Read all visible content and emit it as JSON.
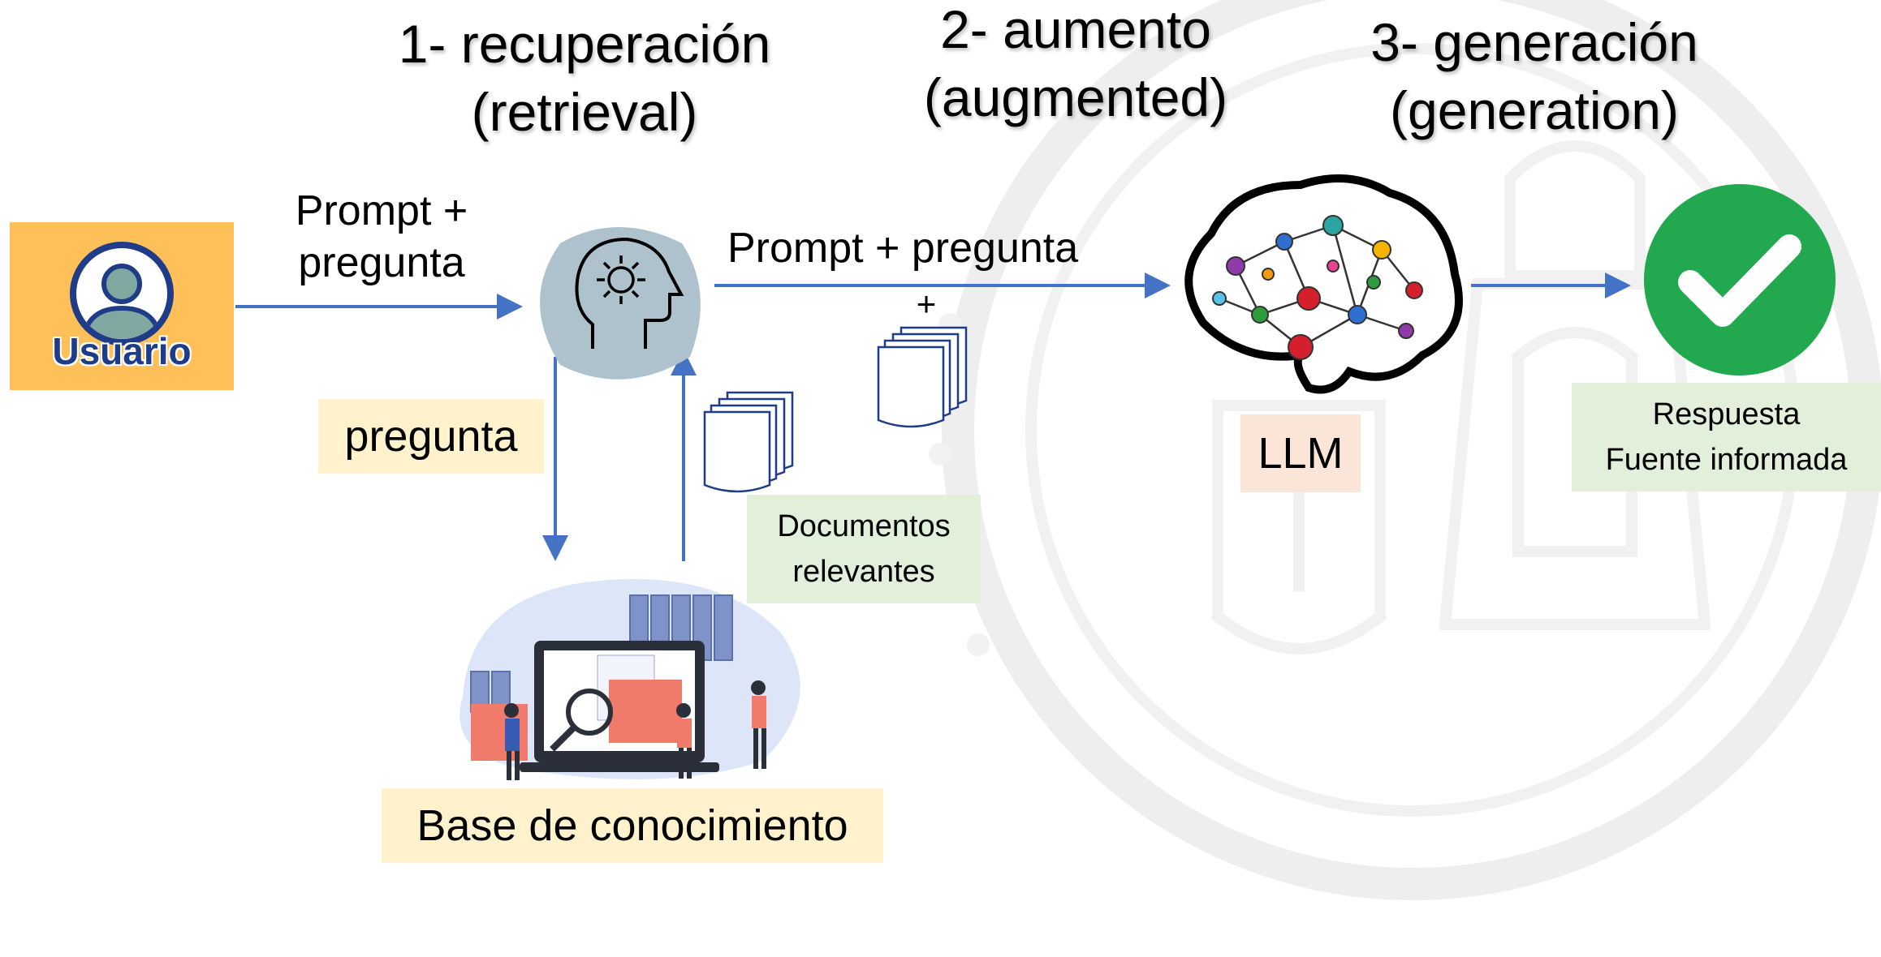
{
  "stages": [
    {
      "line1": "1- recuperación",
      "line2": "(retrieval)"
    },
    {
      "line1": "2- aumento",
      "line2": "(augmented)"
    },
    {
      "line1": "3- generación",
      "line2": "(generation)"
    }
  ],
  "user": {
    "label": "Usuario"
  },
  "flow": {
    "prompt_pregunta_1": "Prompt +",
    "prompt_pregunta_2": "pregunta",
    "prompt_pregunta_llm": "Prompt + pregunta",
    "plus": "+",
    "pregunta": "pregunta",
    "documentos_1": "Documentos",
    "documentos_2": "relevantes",
    "knowledge_base": "Base de conocimiento",
    "llm": "LLM",
    "respuesta_1": "Respuesta",
    "respuesta_2": "Fuente informada"
  },
  "colors": {
    "arrow": "#4472c4",
    "user_box": "#ffc05a",
    "pregunta_box": "#fff2cc",
    "documentos_box": "#e2efda",
    "llm_box": "#fbe5d6",
    "respuesta_box": "#e2efda",
    "kb_box": "#fff2cc",
    "check": "#22a94f",
    "watermark": "#ececec"
  }
}
